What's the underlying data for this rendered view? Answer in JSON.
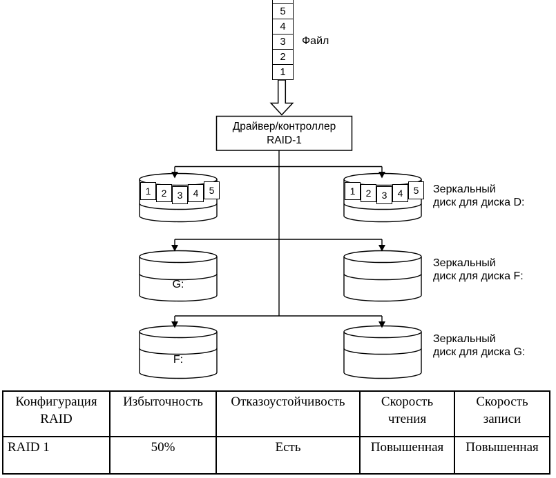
{
  "file": {
    "label": "Файл",
    "blocks": [
      "5",
      "4",
      "3",
      "2",
      "1"
    ]
  },
  "controller": {
    "line1": "Драйвер/контроллер",
    "line2": "RAID-1"
  },
  "disks": {
    "row1": {
      "blocks": [
        "1",
        "2",
        "3",
        "4",
        "5"
      ],
      "mirror_label": [
        "Зеркальный",
        "диск для диска D:"
      ]
    },
    "row2": {
      "disk_label": "G:",
      "mirror_label": [
        "Зеркальный",
        "диск для диска F:"
      ]
    },
    "row3": {
      "disk_label": "F:",
      "mirror_label": [
        "Зеркальный",
        "диск для диска G:"
      ]
    }
  },
  "table": {
    "headers": [
      [
        "Конфигурация",
        "RAID"
      ],
      [
        "Избыточность"
      ],
      [
        "Отказоустойчивость"
      ],
      [
        "Скорость",
        "чтения"
      ],
      [
        "Скорость",
        "записи"
      ]
    ],
    "row": [
      "RAID 1",
      "50%",
      "Есть",
      "Повышенная",
      "Повышенная"
    ]
  },
  "colors": {
    "line": "#000000",
    "background": "#ffffff"
  }
}
